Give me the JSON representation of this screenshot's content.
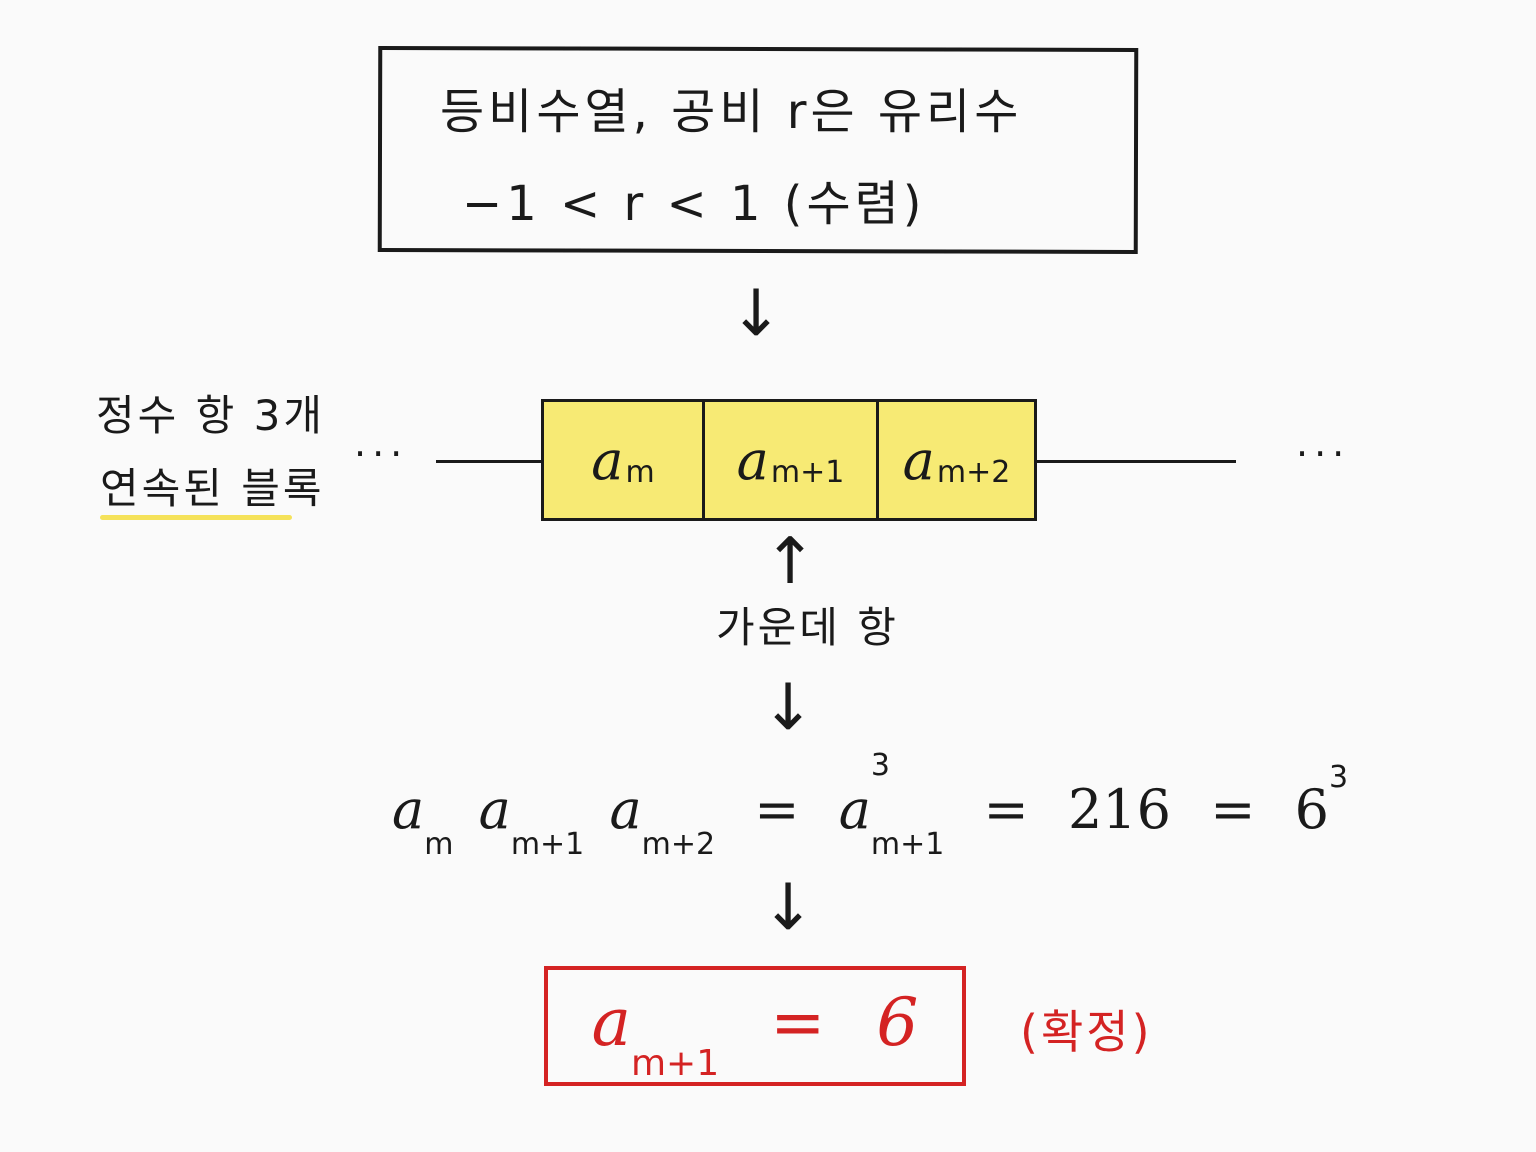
{
  "premise": {
    "line1": "등비수열, 공비 r은 유리수",
    "line2": "−1 < r < 1 (수렴)"
  },
  "side_label": {
    "line1": "정수 항 3개",
    "line2": "연속된 블록"
  },
  "ellipsis": "···",
  "block": {
    "terms": [
      {
        "base": "a",
        "sub": "m"
      },
      {
        "base": "a",
        "sub": "m+1"
      },
      {
        "base": "a",
        "sub": "m+2"
      }
    ]
  },
  "middle_label": "가운데 항",
  "equation": {
    "t1_base": "a",
    "t1_sub": "m",
    "t2_base": "a",
    "t2_sub": "m+1",
    "t3_base": "a",
    "t3_sub": "m+2",
    "eq1": "=",
    "cube_base": "a",
    "cube_sup": "3",
    "cube_sub": "m+1",
    "eq2": "=",
    "value": "216",
    "eq3": "=",
    "power_base": "6",
    "power_sup": "3"
  },
  "result": {
    "base": "a",
    "sub": "m+1",
    "eq": "=",
    "value": "6",
    "note": "(확정)"
  },
  "arrows": {
    "down": "↓",
    "up": "↑"
  },
  "colors": {
    "block_fill": "#f7ea74",
    "result": "#d42323",
    "underline": "#f5e25a"
  }
}
